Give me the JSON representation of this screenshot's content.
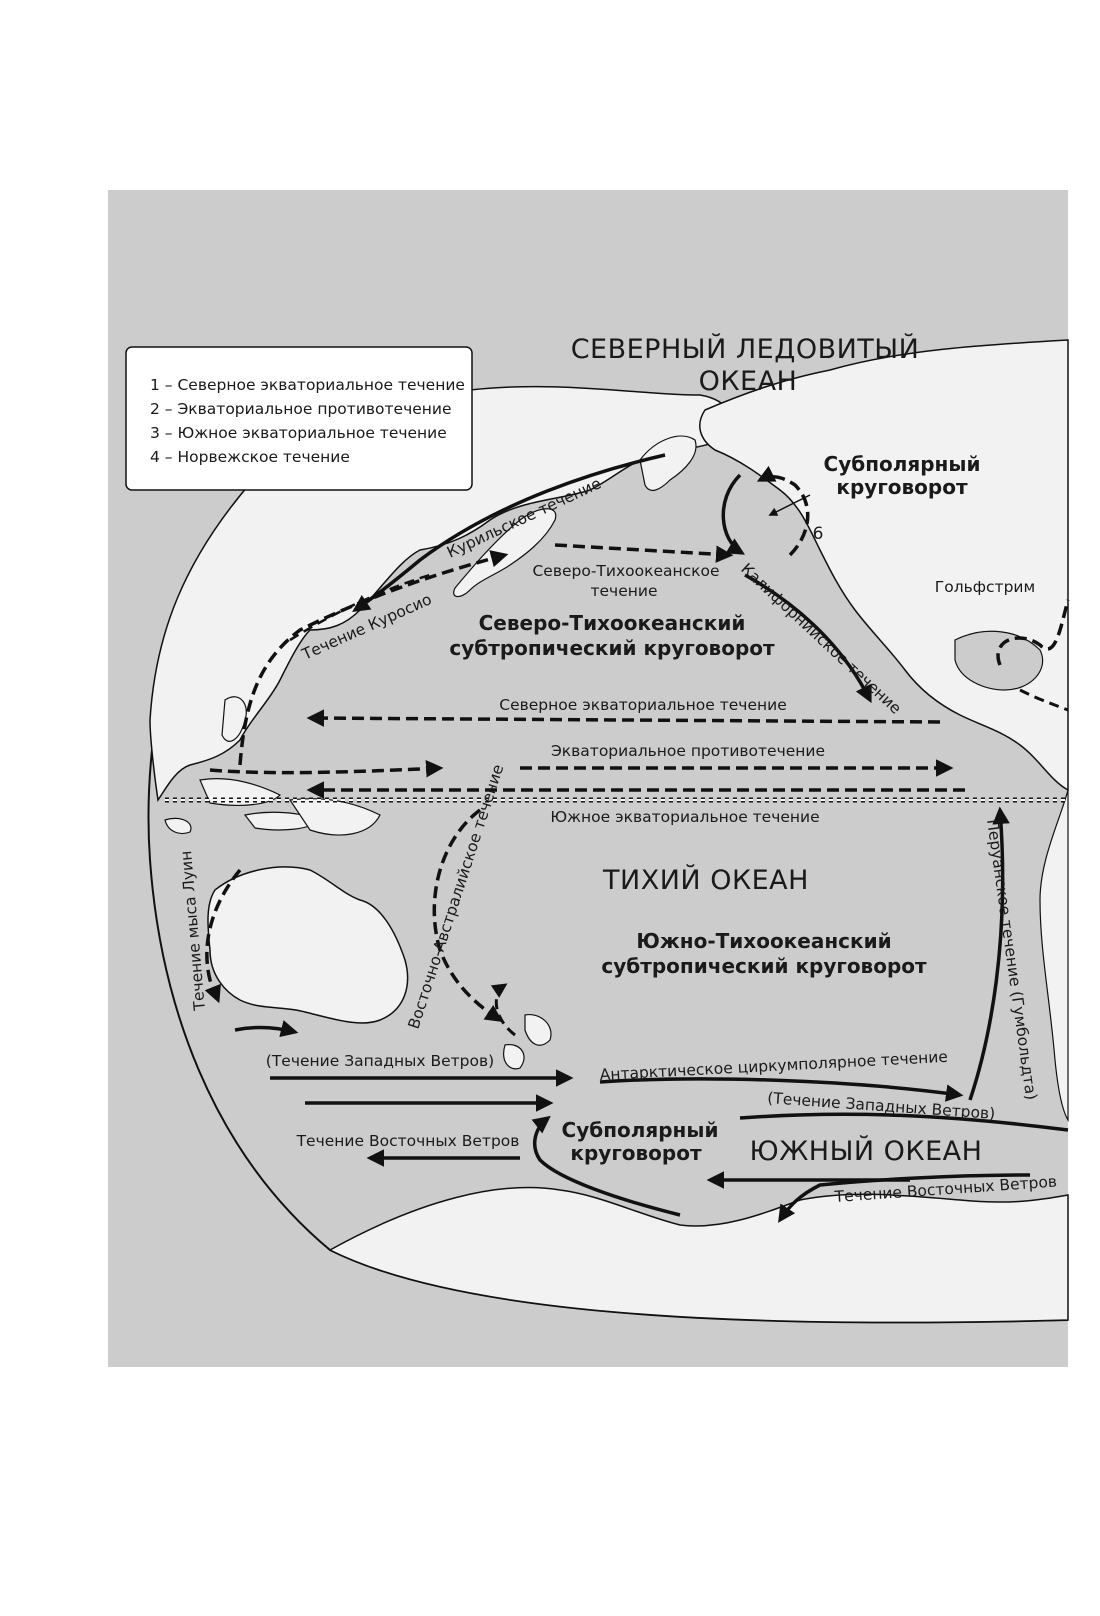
{
  "legend": {
    "items": [
      "1 – Северное экваториальное течение",
      "2 – Экваториальное противотечение",
      "3 – Южное экваториальное течение",
      "4 – Норвежское течение"
    ]
  },
  "oceans": {
    "arctic_line1": "СЕВЕРНЫЙ ЛЕДОВИТЫЙ",
    "arctic_line2": "ОКЕАН",
    "pacific": "ТИХИЙ ОКЕАН",
    "southern": "ЮЖНЫЙ ОКЕАН"
  },
  "gyres": {
    "subpolar_north_line1": "Субполярный",
    "subpolar_north_line2": "круговорот",
    "north_pacific_line1": "Северо-Тихоокеанский",
    "north_pacific_line2": "субтропический круговорот",
    "south_pacific_line1": "Южно-Тихоокеанский",
    "south_pacific_line2": "субтропический круговорот",
    "subpolar_south_line1": "Субполярный",
    "subpolar_south_line2": "круговорот"
  },
  "currents": {
    "kuril": "Курильское течение",
    "kuroshio": "Течение Куросио",
    "north_pacific_line1": "Северо-Тихоокеанское",
    "north_pacific_line2": "течение",
    "californian": "Калифорнийское течение",
    "gulf_stream": "Гольфстрим",
    "north_equatorial": "Северное экваториальное течение",
    "equatorial_counter": "Экваториальное противотечение",
    "south_equatorial": "Южное экваториальное течение",
    "east_australian": "Восточно-Австралийское течение",
    "peruvian": "Перуанское течение (Гумбольдта)",
    "leeuwin": "Течение мыса Луин",
    "west_winds_left": "(Течение Западных Ветров)",
    "antarctic_circumpolar": "Антарктическое циркумполярное течение",
    "west_winds_right": "(Течение Западных Ветров)",
    "east_winds_left": "Течение Восточных Ветров",
    "east_winds_right": "Течение Восточных Ветров"
  },
  "markers": {
    "six": "6"
  },
  "colors": {
    "ocean": "#cccccc",
    "land": "#f2f2f2",
    "lines": "#111111"
  }
}
